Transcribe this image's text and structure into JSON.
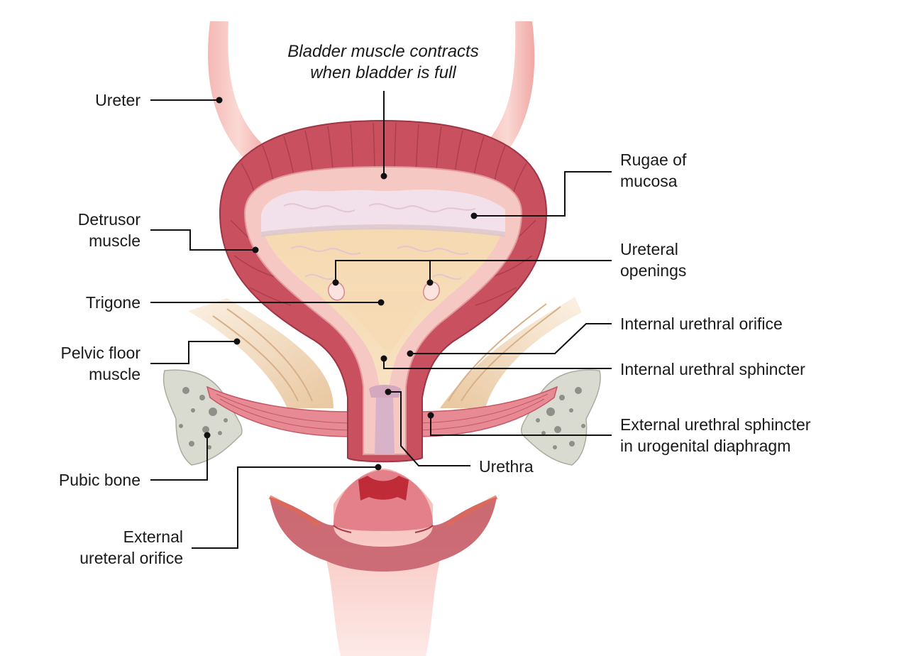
{
  "title": [
    "Bladder muscle contracts",
    "when bladder is full"
  ],
  "labels": {
    "ureter": [
      "Ureter"
    ],
    "detrusor": [
      "Detrusor",
      "muscle"
    ],
    "trigone": [
      "Trigone"
    ],
    "pelvic_floor": [
      "Pelvic floor",
      "muscle"
    ],
    "pubic_bone": [
      "Pubic bone"
    ],
    "external_ureteral_orifice": [
      "External",
      "ureteral orifice"
    ],
    "rugae": [
      "Rugae of",
      "mucosa"
    ],
    "ureteral_openings": [
      "Ureteral",
      "openings"
    ],
    "internal_urethral_orifice": [
      "Internal urethral orifice"
    ],
    "internal_urethral_sphincter": [
      "Internal urethral sphincter"
    ],
    "external_urethral_sphincter": [
      "External urethral sphincter",
      "in urogenital diaphragm"
    ],
    "urethra": [
      "Urethra"
    ]
  },
  "colors": {
    "muscle": "#c9505f",
    "muscle_dark": "#a63a4a",
    "mucosa": "#f6c8c4",
    "urine": "#f3d8ad",
    "urine_light": "#fbeed8",
    "bone": "#d9dcd2",
    "leader": "#111111"
  }
}
